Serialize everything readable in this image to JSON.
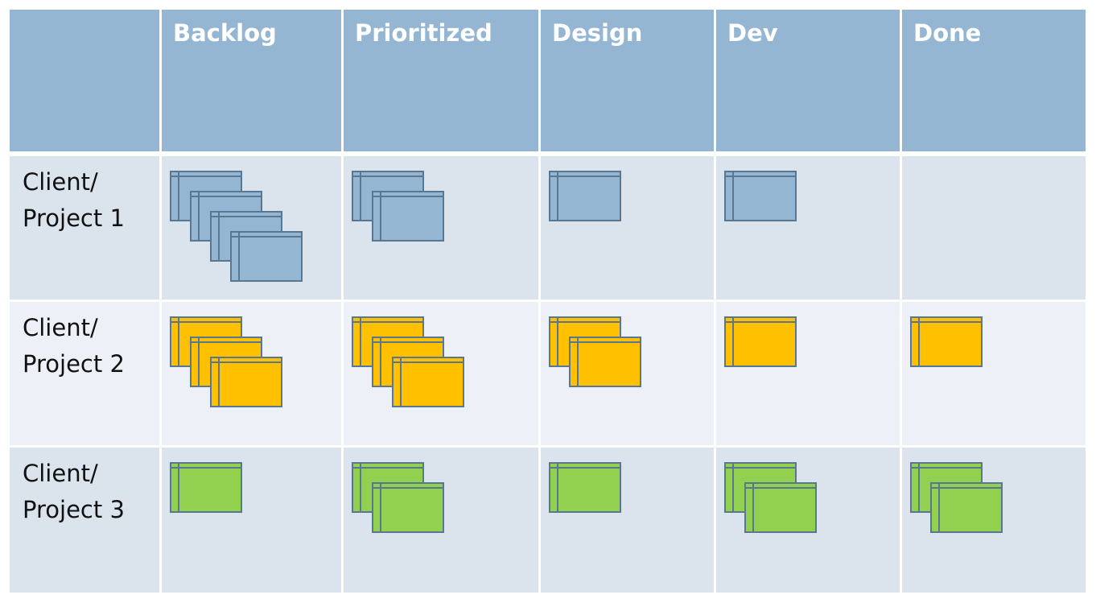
{
  "header": {
    "columns": [
      "Backlog",
      "Prioritized",
      "Design",
      "Dev",
      "Done"
    ]
  },
  "rows": [
    {
      "line1": "Client/",
      "line2": "Project 1",
      "color": "#94b6d3",
      "cards": [
        4,
        2,
        1,
        1,
        0
      ]
    },
    {
      "line1": "Client/",
      "line2": "Project 2",
      "color": "#ffc000",
      "cards": [
        3,
        3,
        2,
        1,
        1
      ]
    },
    {
      "line1": "Client/",
      "line2": "Project 3",
      "color": "#92d050",
      "cards": [
        1,
        2,
        1,
        2,
        2
      ]
    }
  ]
}
